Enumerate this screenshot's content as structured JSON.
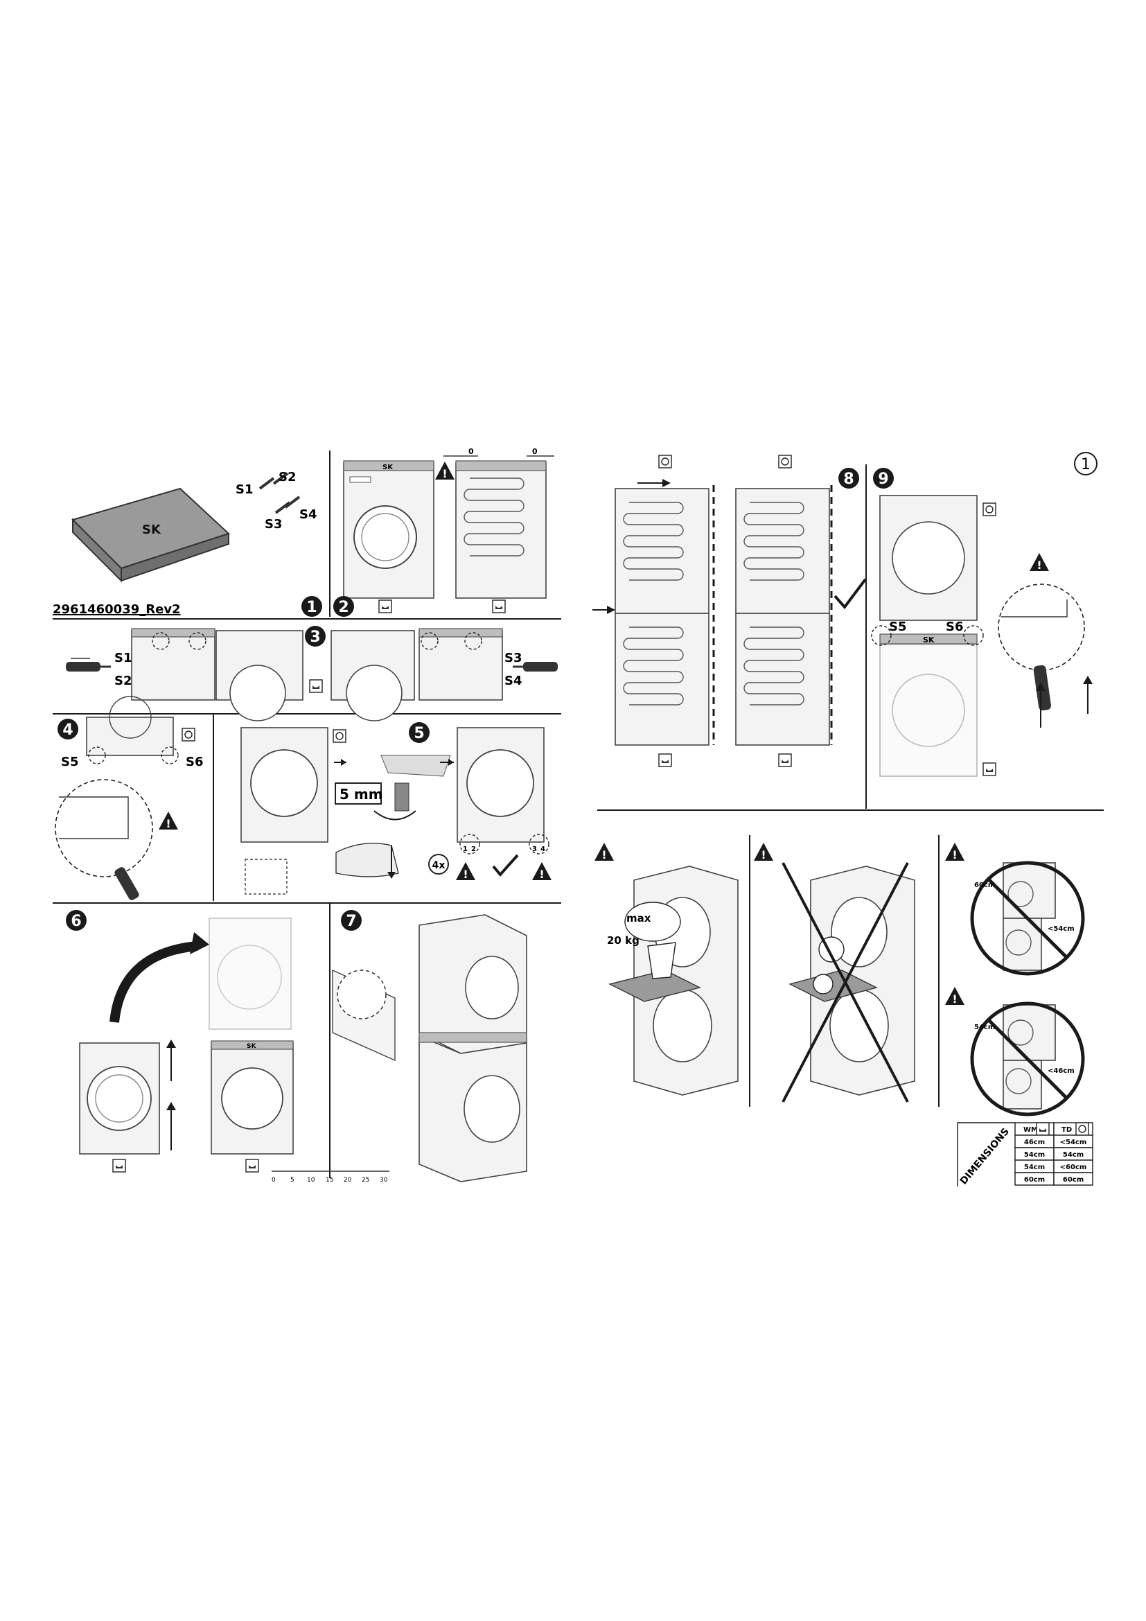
{
  "doc_code": "2961460039_Rev2",
  "page_number": "1",
  "kit_label": "SK",
  "screws": {
    "s1": "S1",
    "s2": "S2",
    "s3": "S3",
    "s4": "S4",
    "s5": "S5",
    "s6": "S6"
  },
  "steps": [
    "1",
    "2",
    "3",
    "4",
    "5",
    "6",
    "7",
    "8",
    "9"
  ],
  "gap_zero_left": "0",
  "gap_zero_right": "0",
  "foot_adjust": "5 mm",
  "foot_count": "4x",
  "foot_labels": [
    "1",
    "2",
    "3",
    "4"
  ],
  "ruler_ticks": [
    "0",
    "5",
    "10",
    "15",
    "20",
    "25",
    "30"
  ],
  "load": {
    "max": "max",
    "weight": "20 kg"
  },
  "depth_rules": [
    {
      "top": "60cm",
      "bottom": "<54cm"
    },
    {
      "top": "54cm",
      "bottom": "<46cm"
    }
  ],
  "dimensions": {
    "title": "DIMENSIONS",
    "headers": [
      "WM",
      "TD"
    ],
    "rows": [
      [
        "46cm",
        "<54cm"
      ],
      [
        "54cm",
        "54cm"
      ],
      [
        "54cm",
        "<60cm"
      ],
      [
        "60cm",
        "60cm"
      ]
    ]
  }
}
